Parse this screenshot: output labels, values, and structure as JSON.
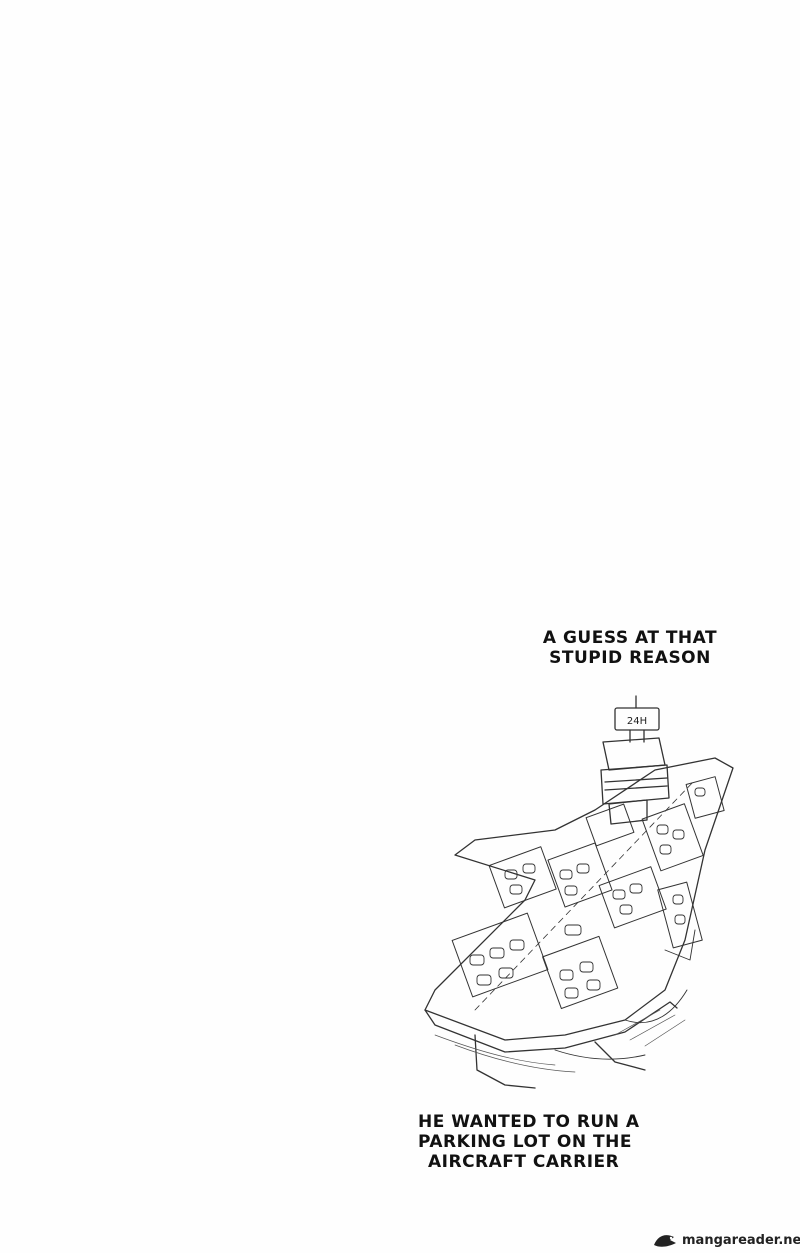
{
  "captions": {
    "top": [
      "A GUESS AT THAT",
      "STUPID REASON"
    ],
    "bottom": [
      "HE WANTED TO RUN A",
      "PARKING LOT ON THE",
      "AIRCRAFT CARRIER"
    ]
  },
  "illustration": {
    "sign_text": "24H"
  },
  "watermark": {
    "text": "mangareader.net"
  },
  "colors": {
    "ink": "#111111",
    "paper": "#fefefe"
  }
}
